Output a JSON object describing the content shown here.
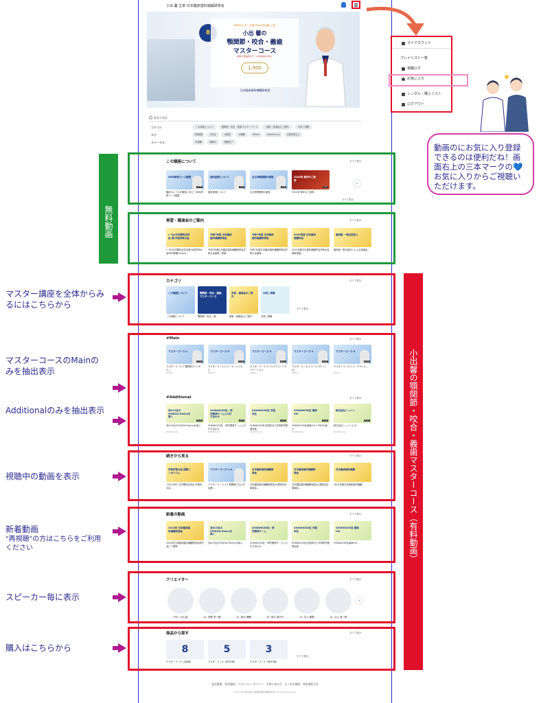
{
  "header": {
    "title": "小出 馨 主宰 日本臨床歯科補綴研修会"
  },
  "banner": {
    "badge": "8",
    "badge_sub": "",
    "sub": "WEBセミナー 主宰 Prof.小出 馨による",
    "t1": "小出 馨の",
    "t2": "顎関節・咬合・義歯",
    "t3": "マスターコース",
    "tag": "歯科の普遍的なテーマを体系的に学ぶ",
    "price": "1,900",
    "org": "日本臨床歯科補綴研修会"
  },
  "search": {
    "placeholder": "動画を検索"
  },
  "filters": {
    "category_label": "カテゴリ",
    "tag_label": "タグ",
    "status_label": "ステータス",
    "categories": [
      "この講座について",
      "顎関節・咬合・義歯マスターコース",
      "実習・講演会のご案内",
      "お試し視聴"
    ],
    "tags": [
      "#顎関節",
      "#咬合",
      "#義歯",
      "#補綴",
      "#Main",
      "#Additional",
      "#歯科衛生士"
    ],
    "statuses": [
      "未視聴",
      "視聴中",
      "視聴完了"
    ]
  },
  "sections": {
    "about": {
      "title": "この講座について",
      "see_all": "すべて表示",
      "cards": [
        {
          "thumb": "WEB研修コース概要",
          "cap": "臨床のレベルを格段に向上！WEB研修コース概要",
          "dur": "17:59"
        },
        {
          "thumb": "歯科医師について",
          "cap": "歯科医師について",
          "dur": "6:55"
        },
        {
          "thumb": "主な修業期間の報告",
          "cap": "主な修業期間の報告",
          "dur": "4:09"
        },
        {
          "thumb": "2025年 新年のご挨拶",
          "cap": "2025年 新年のご挨拶",
          "dur": "2:31"
        }
      ]
    },
    "seminar": {
      "title": "実習・講演会のご案内",
      "see_all": "すべて表示",
      "cards": [
        {
          "thumb": "(一社)日本顎咬合学会 第38回学術大会",
          "cap": "(一社)日本顎咬合学会第38回学術大会Web開催(Zoom)..."
        },
        {
          "thumb": "令和7年度 日本臨床歯科補綴研修会",
          "cap": "令和7年度日本臨床歯科補綴研修会学術大会最新...講演"
        },
        {
          "thumb": "令和7年度 日本臨床歯科補綴研修会",
          "cap": "令和7年度日本臨床歯科補綴研修会学術大会最新..."
        },
        {
          "thumb": "2025年度 日本歯科補綴学会",
          "cap": "2025年度日本歯科補綴学会学術大会最新講演 ..."
        },
        {
          "thumb": "臨床塾 一般社団法人",
          "cap": "臨床塾一般社団法人による講演会..."
        }
      ]
    },
    "category": {
      "title": "カテゴリ",
      "see_all": "すべて表示",
      "more": "すべて表示",
      "cards": [
        {
          "thumb": "この講座について",
          "cap": "この講座について"
        },
        {
          "thumb": "顎関節・咬合・義歯マスターコース",
          "cap": "顎関節・咬合・義..."
        },
        {
          "thumb": "実習・講演会のご案内",
          "cap": "実習・講演会のご案内"
        },
        {
          "thumb": "お試し視聴",
          "cap": "お試し視聴"
        }
      ]
    },
    "main": {
      "title": "#Main",
      "see_all": "すべて表示",
      "cards": [
        {
          "thumb": "マスターコース-1",
          "cap": "マスターコース-1 顎関節のデジタル... ",
          "tag": "#Main",
          "dur": "21:14"
        },
        {
          "thumb": "マスターコース-2",
          "cap": "マスターコース-2 エーカーとともに...",
          "tag": "#Main",
          "dur": "31:00"
        },
        {
          "thumb": "マスターコース-3",
          "cap": "マスターコース-3 フルマウスリハビリテーション",
          "tag": "#Main",
          "dur": "26:11"
        },
        {
          "thumb": "マスターコース-4",
          "cap": "マスターコース-4 コースフローとの...",
          "tag": "#Main",
          "dur": "24:26"
        },
        {
          "thumb": "マスターコース-5",
          "cap": "マスターコース-5 ル・パラレル...",
          "tag": "#Main",
          "dur": "18:10"
        }
      ]
    },
    "additional": {
      "title": "#Additional",
      "see_all": "すべて表示",
      "cards": [
        {
          "thumb": "非ACS社の FINESIA Reliveを導入",
          "cap": "非ACS社のFINESIA Reliveを導入",
          "tag": "#Additional",
          "dur": "18:16"
        },
        {
          "thumb": "SHINING3D社・研究開発チームとの打ち合わせ",
          "cap": "SHINING3D社・研究開発チームとの打ち合わせ",
          "tag": "#Additional",
          "dur": "9:35"
        },
        {
          "thumb": "SHINING3D社 中国本社",
          "cap": "SHINING3D社中国本社で共同研究開発会議",
          "tag": "#Additional",
          "dur": "11:32"
        },
        {
          "thumb": "SHINING3D社 最新iOS",
          "cap": "SHINING3D社最新iOS 2 PMSを導入",
          "tag": "#Additional",
          "dur": "12:09"
        },
        {
          "thumb": "株式会社ニッシン",
          "cap": "株式会社ニッシンとの...",
          "tag": "#Additional",
          "dur": "16:22"
        }
      ]
    },
    "continue": {
      "title": "続きから見る",
      "see_all": "すべて表示",
      "cards": [
        {
          "thumb": "学術学術大会 国際シンポジウム",
          "cap": "【2024年】日本顎咬合学会 学術年大会 ..."
        },
        {
          "thumb": "マスターコース-1-4",
          "cap": "マスターコース-1-4 顎関節における治療..."
        },
        {
          "thumb": "日本臨床歯科補綴研修会",
          "cap": "日本臨床歯科補綴研修会40周年記念講演会..."
        },
        {
          "thumb": "日本臨床歯科補綴研修会",
          "cap": "日本臨床歯科補綴研修会40周年記念講演会..."
        },
        {
          "thumb": "日本臨床歯科補綴",
          "cap": "2024年度日本臨床歯科補綴..."
        }
      ]
    },
    "new": {
      "title": "新着の動画",
      "see_all": "すべて表示",
      "cards": [
        {
          "thumb": "2024年 日本臨床歯科補綴研修会",
          "cap": "2024年日本臨床歯科補綴研修会研究会にて発表"
        },
        {
          "thumb": "非ACS社の FINESIA Reliveを導入",
          "cap": "非ACS社のFINESIA Reliveを導入"
        },
        {
          "thumb": "SHINING3D社・研究開発チーム",
          "cap": "SHINING3D社・研究開発チームとの打ち合わせ"
        },
        {
          "thumb": "SHINING3D社 中国本社",
          "cap": "SHINING3D社中国本社で共同研究開発会議"
        },
        {
          "thumb": "SHINING3D社 最新iOS",
          "cap": "SHINING3D社最新iOS..."
        }
      ]
    },
    "creators": {
      "title": "クリエイター",
      "see_all": "すべて表示",
      "names": [
        "Prof. 小出 馨",
        "Dr. 浅野 栄一朗",
        "Dr. 宮木 健輔",
        "Dr. 田中 香代子",
        "Dr. 平川 龍輝",
        "Dr. 小山 浩一郎"
      ]
    },
    "products": {
      "title": "商品から探す",
      "see_all": "すべて表示",
      "more": "すべて表示",
      "cards": [
        {
          "num": "8",
          "cap": "マスターコース（全8回）"
        },
        {
          "num": "5",
          "cap": "マスターコース（前半5回）"
        },
        {
          "num": "3",
          "cap": "マスターコース（後半3回）"
        }
      ]
    }
  },
  "footer": {
    "links": "会社概要　利用規約・プライバシーポリシー　お問い合わせ　よくある質問　特定商取引法",
    "copy": "Copyright 株式会社日本臨床歯科補綴研究会 All Rights Reserved."
  },
  "dropdown": {
    "items": [
      "マイアカウント",
      "プレイリスト一覧",
      "視聴ログ",
      "お気に入り",
      "レンタル・購入リスト",
      "ログアウト"
    ]
  },
  "bubble": {
    "text": "動画のにお気に入り登録できるのは便利だね！画面右上の三本マークの💙お気に入りからご視聴いただけます。"
  },
  "side_labels": {
    "free": "無料動画",
    "paid": "小出馨の顎関節・咬合・義歯マスターコース（有料動画）"
  },
  "annotations": {
    "a1": "マスター講座を全体からみるにはこちらから",
    "a2": "マスターコースのMainのみを抽出表示",
    "a3": "Additionalのみを抽出表示",
    "a4": "視聴中の動画を表示",
    "a5a": "新着動画",
    "a5b": "\"再視聴\"の方はこちらをご利用ください",
    "a6": "スピーカー毎に表示",
    "a7": "購入はこちらから"
  },
  "colors": {
    "red_frame": "#e0102a",
    "green_frame": "#1e9a3a",
    "annotation_text": "#2b2b8f",
    "arrow": "#b0198f"
  }
}
